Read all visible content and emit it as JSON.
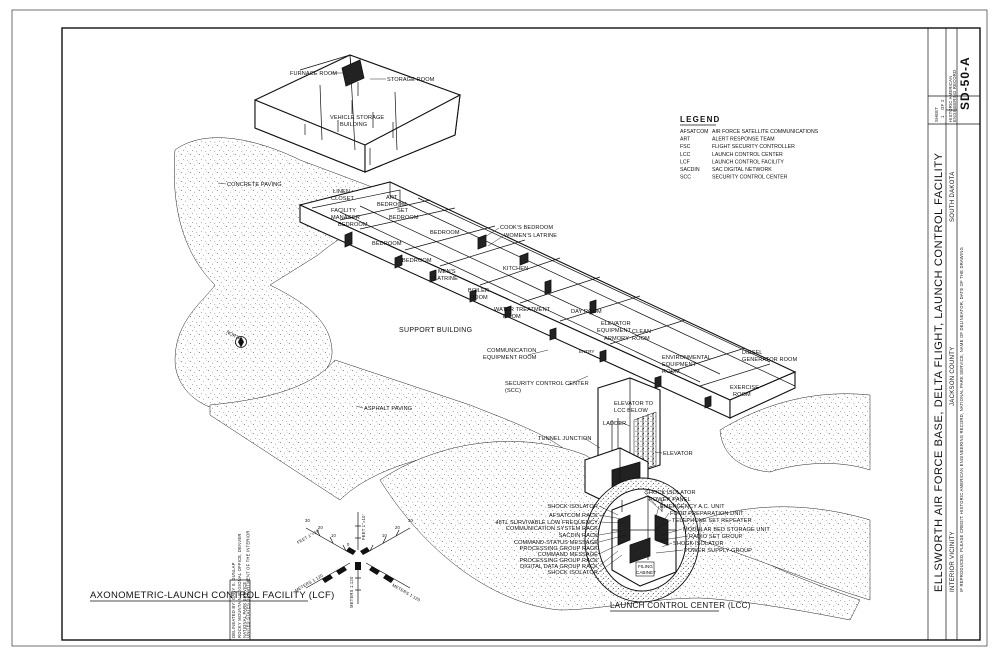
{
  "drawing": {
    "main_title": "ELLSWORTH AIR FORCE BASE, DELTA FLIGHT, LAUNCH CONTROL FACILITY",
    "location_left": "INTERIOR VICINITY",
    "location_mid": "JACKSON COUNTY",
    "location_right": "SOUTH DAKOTA",
    "reproduce_note": "IF REPRODUCED, PLEASE CREDIT: HISTORIC AMERICAN ENGINEERING RECORD, NATIONAL PARK SERVICE, NAME OF DELINEATOR, DATE OF THE DRAWING",
    "delineated_by": "DELINEATED BY:  GARY S. DUNLAP",
    "office": "ROCKY MOUNTAIN REGIONAL OFFICE, DENVER",
    "agency_1": "NATIONAL PARK SERVICE",
    "agency_2": "UNITED STATES DEPARTMENT OF THE INTERIOR",
    "sheet_label": "SHEET",
    "sheet_num": "1",
    "sheet_of": "OF",
    "sheet_total": "2",
    "haer_1": "HISTORIC AMERICAN",
    "haer_2": "ENGINEERING RECORD",
    "haer_no": "SD-50-A",
    "axon_title": "AXONOMETRIC-LAUNCH CONTROL FACILITY (LCF)"
  },
  "legend": {
    "title": "LEGEND",
    "items": [
      {
        "abbr": "AFSATCOM",
        "desc": "AIR FORCE SATELLITE COMMUNICATIONS"
      },
      {
        "abbr": "ART",
        "desc": "ALERT RESPONSE TEAM"
      },
      {
        "abbr": "FSC",
        "desc": "FLIGHT SECURITY CONTROLLER"
      },
      {
        "abbr": "LCC",
        "desc": "LAUNCH CONTROL CENTER"
      },
      {
        "abbr": "LCF",
        "desc": "LAUNCH CONTROL FACILITY"
      },
      {
        "abbr": "SACDIN",
        "desc": "SAC DIGITAL NETWORK"
      },
      {
        "abbr": "SCC",
        "desc": "SECURITY CONTROL CENTER"
      }
    ]
  },
  "labels": {
    "furnace_room": "FURNACE ROOM",
    "storage_room": "STORAGE ROOM",
    "vehicle_storage_1": "VEHICLE STORAGE",
    "vehicle_storage_2": "BUILDING",
    "concrete_paving": "CONCRETE PAVING",
    "asphalt_paving": "ASPHALT PAVING",
    "linen_closet_1": "LINEN",
    "linen_closet_2": "CLOSET",
    "facility_manager_1": "FACILITY",
    "facility_manager_2": "MANAGER",
    "facility_manager_3": "BEDROOM",
    "bedroom_a_1": "ART",
    "bedroom_a_2": "BEDROOM",
    "bedroom_b_1": "SET",
    "bedroom_b_2": "BEDROOM",
    "bedroom_c": "BEDROOM",
    "bedroom_d": "BEDROOM",
    "bedroom_e": "BEDROOM",
    "cooks_bedroom": "COOK'S BEDROOM",
    "womens_latrine": "WOMEN'S LATRINE",
    "kitchen": "KITCHEN",
    "mens_latrine_1": "MEN'S",
    "mens_latrine_2": "LATRINE",
    "boiler_room_1": "BOILER",
    "boiler_room_2": "ROOM",
    "water_treatment_1": "WATER TREATMENT",
    "water_treatment_2": "ROOM",
    "day_room": "DAY ROOM",
    "support_building": "SUPPORT BUILDING",
    "elevator_equipment_1": "ELEVATOR",
    "elevator_equipment_2": "EQUIPMENT",
    "armory": "ARMORY",
    "clean_room_1": "CLEAN",
    "clean_room_2": "ROOM",
    "entry": "ENTRY",
    "communication_1": "COMMUNICATION",
    "communication_2": "EQUIPMENT ROOM",
    "environmental_1": "ENVIRONMENTAL",
    "environmental_2": "EQUIPMENT",
    "environmental_3": "ROOM",
    "diesel_1": "DIESEL",
    "diesel_2": "GENERATOR ROOM",
    "exercise_1": "EXERCISE",
    "exercise_2": "ROOM",
    "security_1": "SECURITY CONTROL CENTER",
    "security_2": "(SCC)",
    "elevator_lcc_1": "ELEVATOR TO",
    "elevator_lcc_2": "LCC BELOW",
    "ladder": "LADDER",
    "tunnel_junction": "TUNNEL JUNCTION",
    "elevator": "ELEVATOR",
    "north": "NORTH"
  },
  "lcc": {
    "title": "LAUNCH CONTROL CENTER (LCC)",
    "left_labels": [
      "SHOCK ISOLATOR",
      "AFSATCOM RACK",
      "48TL SURVIVABLE LOW FREQUENCY",
      "COMMUNICATION SYSTEM RACK",
      "SACDIN RACK",
      "COMMAND-STATUS MESSAGE",
      "PROCESSING GROUP RACK",
      "COMMAND MESSAGE",
      "PROCESSING GROUP RACK",
      "DIGITAL DATA GROUP RACK",
      "SHOCK ISOLATOR"
    ],
    "right_labels": [
      "SHOCK ISOLATOR",
      "POWER PANEL",
      "EMERGENCY A.C. UNIT",
      "FOOD PREPARATION UNIT",
      "TELEPHONE SET REPEATER",
      "MODULAR BED STORAGE UNIT",
      "RADIO SET GROUP",
      "SHOCK ISOLATOR",
      "POWER SUPPLY GROUP"
    ],
    "filing_1": "FILING",
    "filing_2": "CABINET"
  },
  "scales": {
    "feet_upper": "FEET 1\"=10'",
    "feet_lower": "FEET 1\"=10'",
    "meters_upper": "METERS 1:120",
    "meters_lower": "METERS 1:120",
    "meters_left": "METERS 1:120",
    "ticks": [
      "0",
      "10",
      "20",
      "30"
    ]
  }
}
